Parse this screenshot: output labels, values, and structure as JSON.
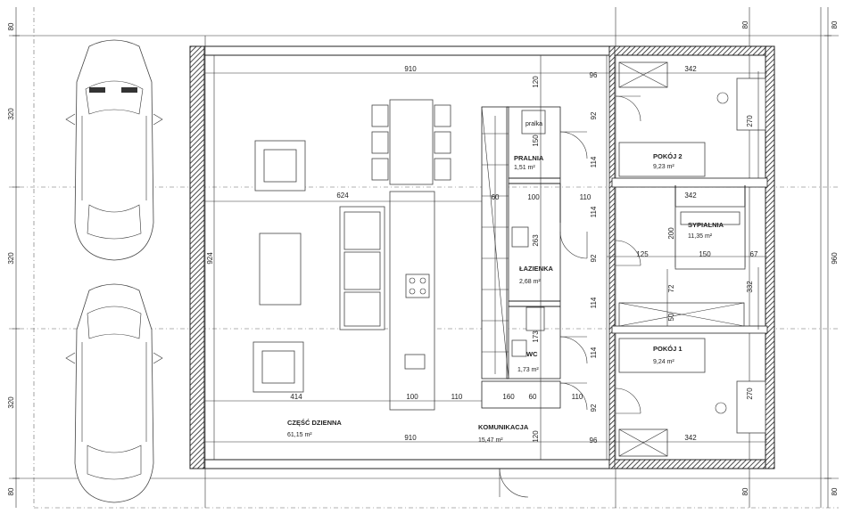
{
  "rooms": {
    "pokoj2": {
      "name": "POKÓJ 2",
      "area": "9,23 m²"
    },
    "sypialnia": {
      "name": "SYPIALNIA",
      "area": "11,35 m²"
    },
    "pokoj1": {
      "name": "POKÓJ 1",
      "area": "9,24 m²"
    },
    "pralnia": {
      "name": "PRALNIA",
      "area": "1,51 m²"
    },
    "lazienka": {
      "name": "ŁAZIENKA",
      "area": "2,68 m²"
    },
    "wc": {
      "name": "WC",
      "area": "1,73 m²"
    },
    "dzienna": {
      "name": "CZĘŚĆ DZIENNA",
      "area": "61,15 m²"
    },
    "komunikacja": {
      "name": "KOMUNIKACJA",
      "area": "15,47 m²"
    }
  },
  "labels": {
    "pralka": "pralka"
  },
  "dims": {
    "top_910": "910",
    "top_96": "96",
    "top_342": "342",
    "bot_910": "910",
    "bot_96": "96",
    "bot_342": "342",
    "d624": "624",
    "d60": "60",
    "d100a": "100",
    "d110a": "110",
    "d342b": "342",
    "d414": "414",
    "d100b": "100",
    "d110b": "110",
    "d160": "160",
    "d60b": "60",
    "d110c": "110",
    "d125": "125",
    "d150": "150",
    "d67": "67",
    "v120a": "120",
    "v92a": "92",
    "v114a": "114",
    "v114b": "114",
    "v92b": "92",
    "v114c": "114",
    "v114d": "114",
    "v92c": "92",
    "v120b": "120",
    "v150": "150",
    "v263": "263",
    "v173": "173",
    "v200": "200",
    "v72": "72",
    "v50": "50",
    "v270a": "270",
    "v270b": "270",
    "v332": "332",
    "v924": "924",
    "v960": "960",
    "left_80a": "80",
    "left_320a": "320",
    "left_320b": "320",
    "left_320c": "320",
    "left_80b": "80",
    "right_80a": "80",
    "right_80b": "80",
    "b80a": "80",
    "b80b": "80"
  }
}
